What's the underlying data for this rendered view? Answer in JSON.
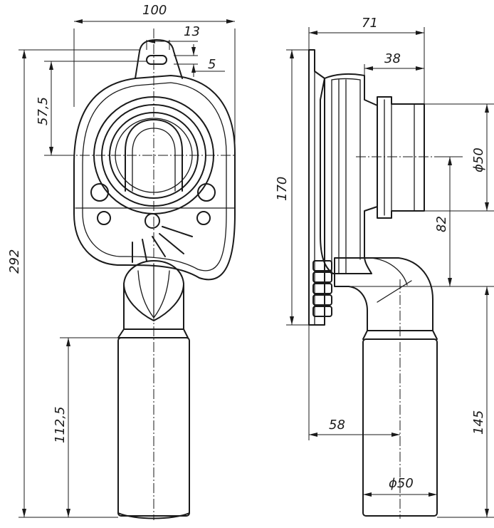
{
  "dimensions": {
    "d100": "100",
    "d13": "13",
    "d5": "5",
    "d57_5": "57,5",
    "d292": "292",
    "d112_5": "112,5",
    "d71": "71",
    "d38": "38",
    "d170": "170",
    "d_phi50_right": "ϕ50",
    "d82": "82",
    "d145": "145",
    "d58": "58",
    "d_phi50_bottom": "ϕ50"
  }
}
